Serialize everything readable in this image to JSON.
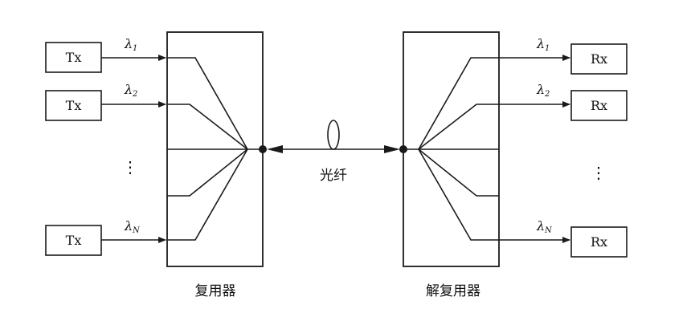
{
  "diagram": {
    "transmitters": [
      {
        "label": "Tx",
        "lambda": "λ",
        "sub": "1"
      },
      {
        "label": "Tx",
        "lambda": "λ",
        "sub": "2"
      },
      {
        "label": "Tx",
        "lambda": "λ",
        "sub": "N"
      }
    ],
    "receivers": [
      {
        "label": "Rx",
        "lambda": "λ",
        "sub": "1"
      },
      {
        "label": "Rx",
        "lambda": "λ",
        "sub": "2"
      },
      {
        "label": "Rx",
        "lambda": "λ",
        "sub": "N"
      }
    ],
    "left_ellipsis": "⋮",
    "right_ellipsis": "⋮",
    "fiber_label": "光纤",
    "mux_label": "复用器",
    "demux_label": "解复用器"
  }
}
